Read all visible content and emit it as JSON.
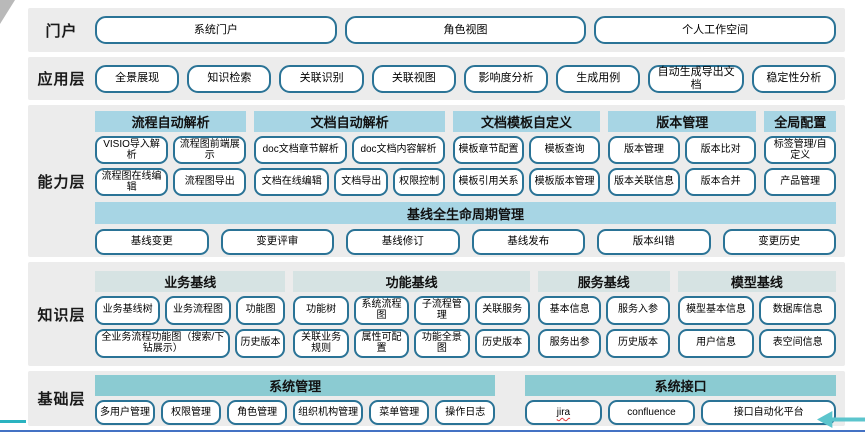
{
  "colors": {
    "layer_bg": "#ececec",
    "capability_header": "#a7d5e4",
    "knowledge_header": "#d6e3e3",
    "foundation_header": "#8bcbd2",
    "button_border": "#2a7396",
    "bottom_line": "#4472c4",
    "cyan_accent": "#2ab3c0",
    "arrow_accent": "#5cc5cd"
  },
  "portal": {
    "label": "门户",
    "buttons": [
      "系统门户",
      "角色视图",
      "个人工作空间"
    ]
  },
  "application": {
    "label": "应用层",
    "buttons": [
      "全景展现",
      "知识检索",
      "关联识别",
      "关联视图",
      "影响度分析",
      "生成用例",
      "自动生成导出文档",
      "稳定性分析"
    ]
  },
  "capability": {
    "label": "能力层",
    "groups": [
      {
        "header": "流程自动解析",
        "rows": [
          [
            "VISIO导入解析",
            "流程图前端展示"
          ],
          [
            "流程图在线编辑",
            "流程图导出"
          ]
        ]
      },
      {
        "header": "文档自动解析",
        "rows": [
          [
            "doc文档章节解析",
            "doc文档内容解析"
          ],
          [
            "文档在线编辑",
            "文档导出",
            "权限控制"
          ]
        ]
      },
      {
        "header": "文档模板自定义",
        "rows": [
          [
            "模板章节配置",
            "模板查询"
          ],
          [
            "模板引用关系",
            "模板版本管理"
          ]
        ]
      },
      {
        "header": "版本管理",
        "rows": [
          [
            "版本管理",
            "版本比对"
          ],
          [
            "版本关联信息",
            "版本合并"
          ]
        ]
      },
      {
        "header": "全局配置",
        "rows": [
          [
            "标签管理/自定义"
          ],
          [
            "产品管理"
          ]
        ]
      }
    ],
    "baseline": {
      "header": "基线全生命周期管理",
      "buttons": [
        "基线变更",
        "变更评审",
        "基线修订",
        "基线发布",
        "版本纠错",
        "变更历史"
      ]
    }
  },
  "knowledge": {
    "label": "知识层",
    "groups": [
      {
        "header": "业务基线",
        "rows": [
          [
            "业务基线树",
            "业务流程图",
            "功能图"
          ],
          [
            "全业务流程功能图（搜索/下钻展示）",
            "历史版本"
          ]
        ]
      },
      {
        "header": "功能基线",
        "rows": [
          [
            "功能树",
            "系统流程图",
            "子流程管理",
            "关联服务"
          ],
          [
            "关联业务规则",
            "属性可配置",
            "功能全景图",
            "历史版本"
          ]
        ]
      },
      {
        "header": "服务基线",
        "rows": [
          [
            "基本信息",
            "服务入参"
          ],
          [
            "服务出参",
            "历史版本"
          ]
        ]
      },
      {
        "header": "模型基线",
        "rows": [
          [
            "模型基本信息",
            "数据库信息"
          ],
          [
            "用户信息",
            "表空间信息"
          ]
        ]
      }
    ]
  },
  "foundation": {
    "label": "基础层",
    "groups": [
      {
        "header": "系统管理",
        "buttons": [
          "多用户管理",
          "权限管理",
          "角色管理",
          "组织机构管理",
          "菜单管理",
          "操作日志"
        ]
      },
      {
        "header": "系统接口",
        "buttons": [
          "jira",
          "confluence",
          "接口自动化平台"
        ]
      }
    ]
  }
}
